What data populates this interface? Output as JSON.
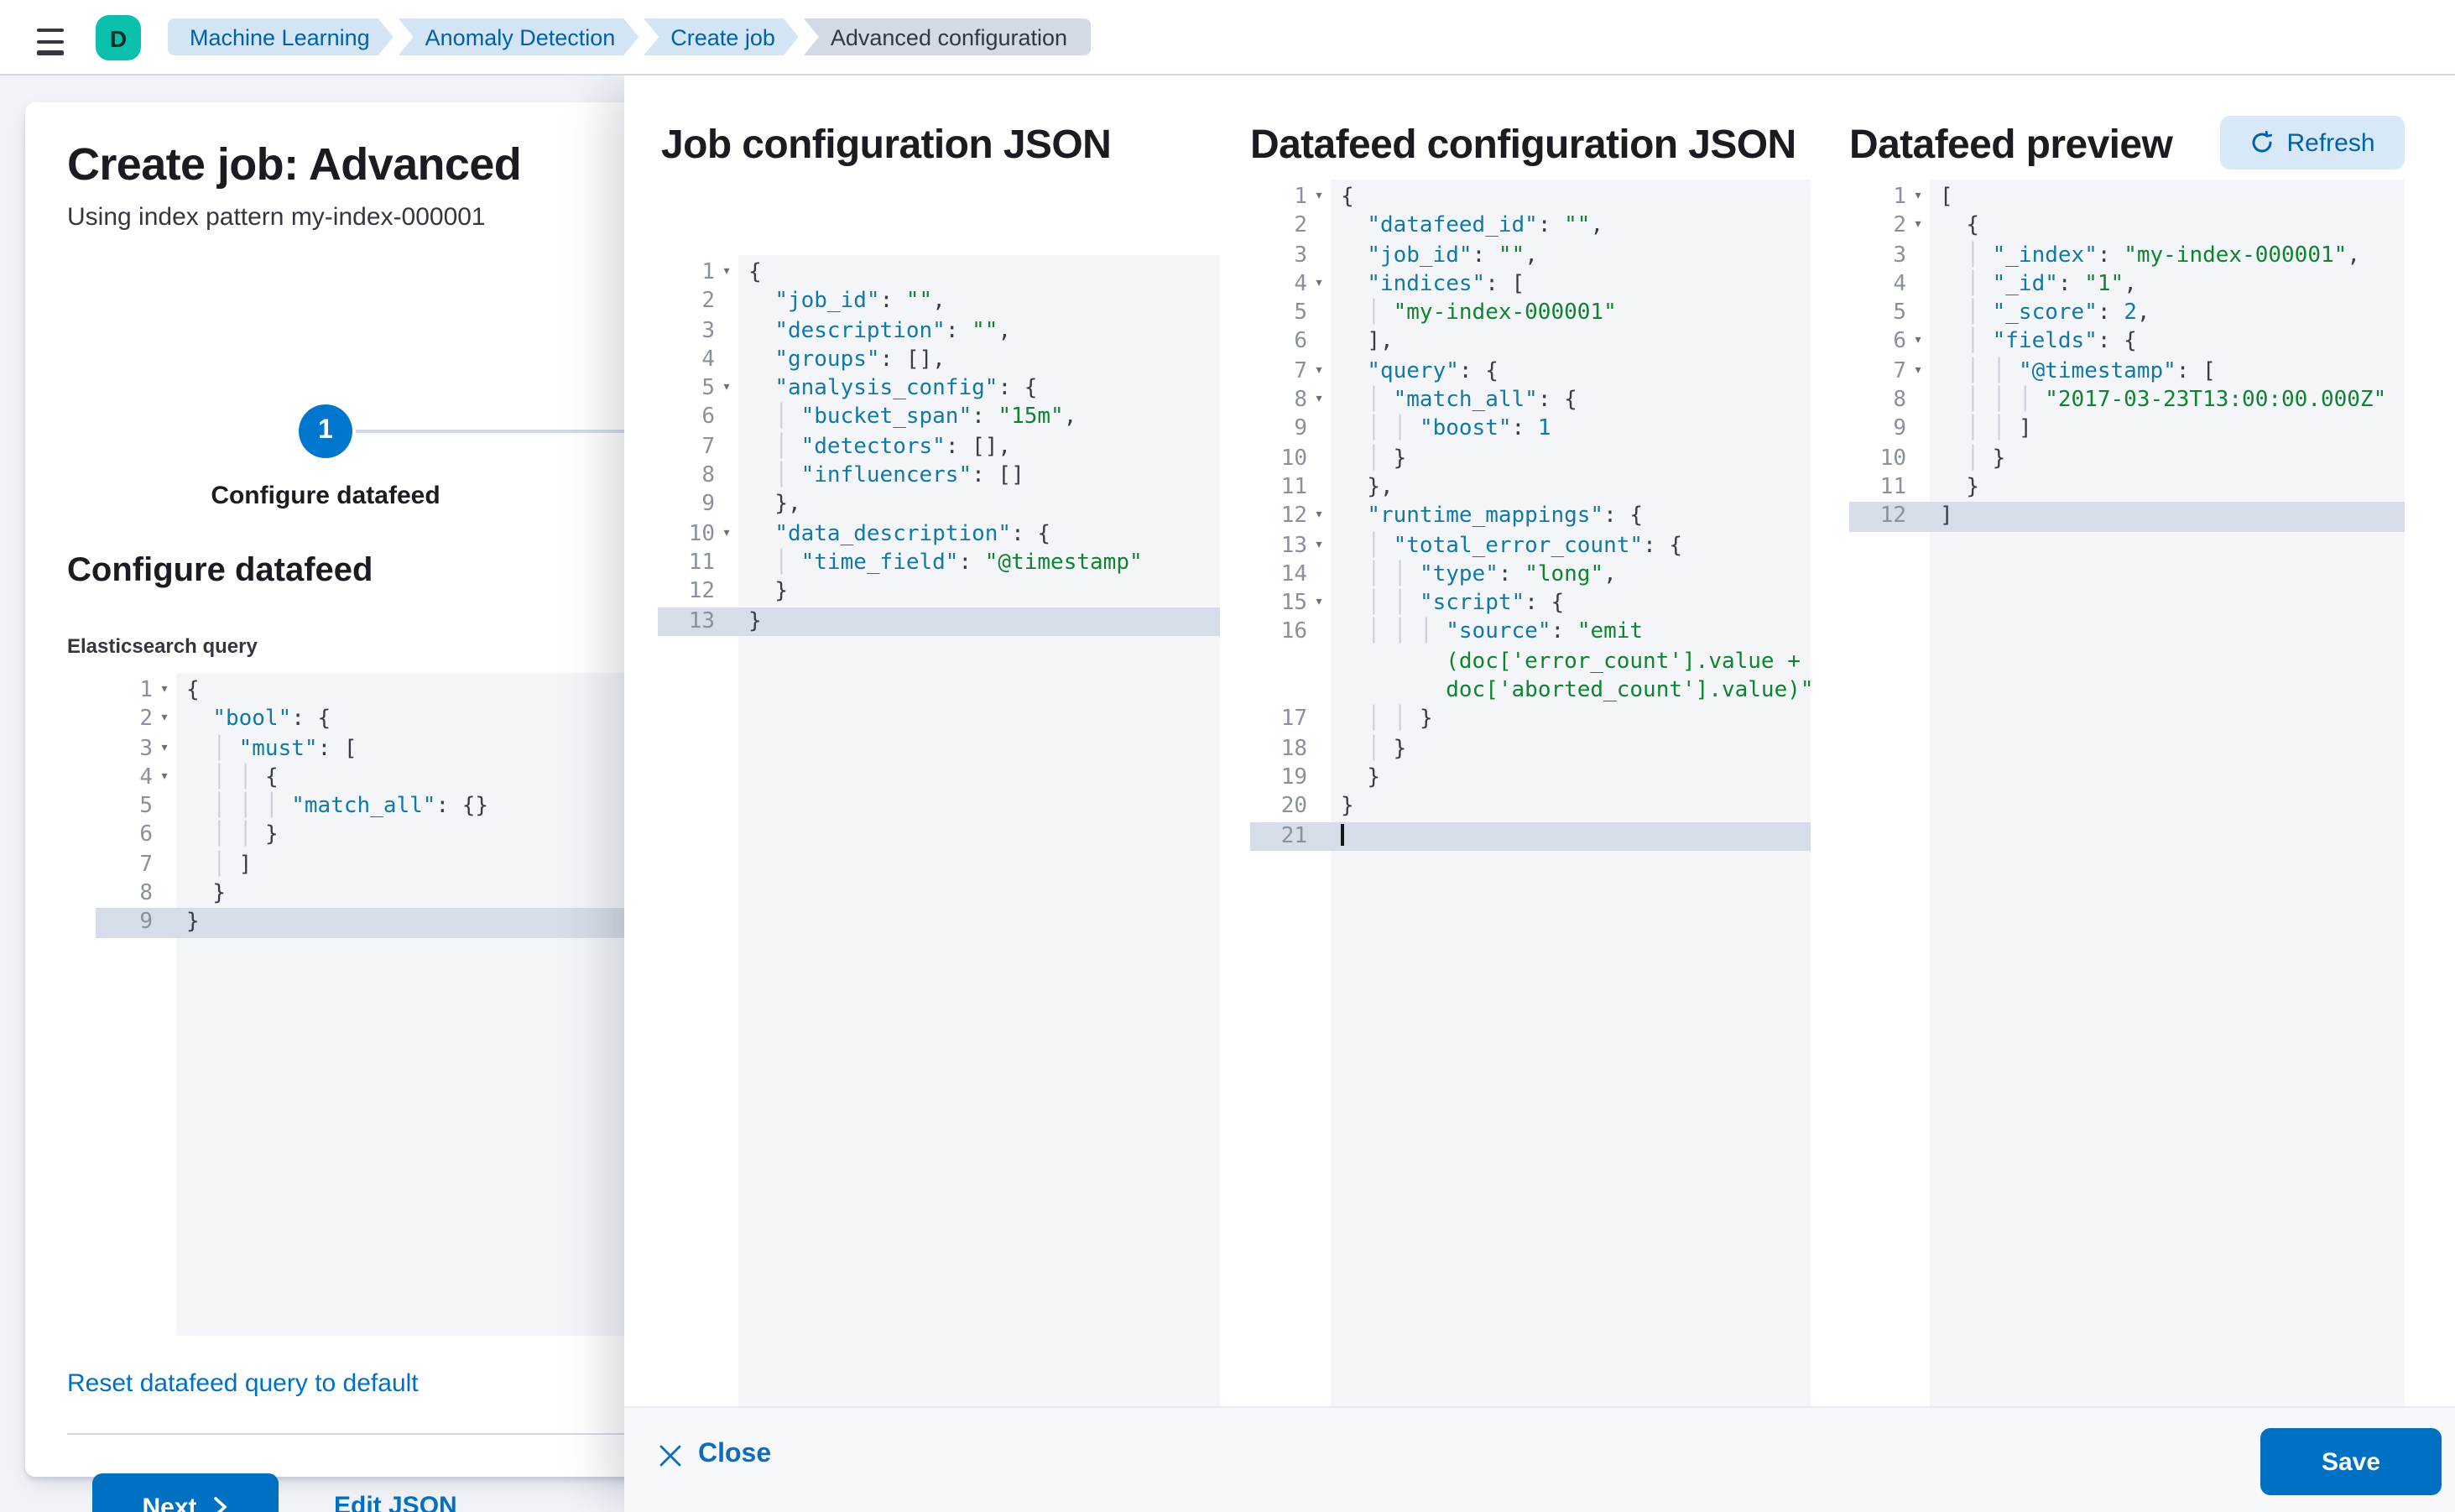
{
  "nav": {
    "avatar": "D",
    "breadcrumbs": [
      {
        "label": "Machine Learning",
        "current": false
      },
      {
        "label": "Anomaly Detection",
        "current": false
      },
      {
        "label": "Create job",
        "current": false
      },
      {
        "label": "Advanced configuration",
        "current": true
      }
    ]
  },
  "page": {
    "title": "Create job: Advanced",
    "subtitle": "Using index pattern my-index-000001",
    "step_number": "1",
    "step_label": "Configure datafeed",
    "section_title": "Configure datafeed",
    "query_label": "Elasticsearch query",
    "reset_link": "Reset datafeed query to default",
    "next_button": "Next",
    "edit_json_link": "Edit JSON"
  },
  "flyout": {
    "col1_title": "Job configuration JSON",
    "col2_title": "Datafeed configuration JSON",
    "col3_title": "Datafeed preview",
    "refresh_button": "Refresh",
    "close_button": "Close",
    "save_button": "Save"
  },
  "colors": {
    "primary": "#0071c2",
    "step_circle": "#0077cc",
    "avatar_bg": "#0bbfad",
    "breadcrumb_bg": "#d3e5f5",
    "breadcrumb_text": "#0061a6",
    "breadcrumb_current_bg": "#d3dae6",
    "code_key": "#1279a7",
    "code_string": "#0f8430",
    "code_background": "#f3f5f9",
    "active_line": "#d6dde8"
  },
  "editors": {
    "es_query": {
      "lines": [
        {
          "n": "1",
          "fold": true,
          "segs": [
            [
              "p",
              "{"
            ]
          ]
        },
        {
          "n": "2",
          "fold": true,
          "segs": [
            [
              "t",
              "  "
            ],
            [
              "k",
              "\"bool\""
            ],
            [
              "p",
              ": {"
            ]
          ]
        },
        {
          "n": "3",
          "fold": true,
          "segs": [
            [
              "t",
              "  "
            ],
            [
              "g",
              "│ "
            ],
            [
              "k",
              "\"must\""
            ],
            [
              "p",
              ": ["
            ]
          ]
        },
        {
          "n": "4",
          "fold": true,
          "segs": [
            [
              "t",
              "  "
            ],
            [
              "g",
              "│ │ "
            ],
            [
              "p",
              "{"
            ]
          ]
        },
        {
          "n": "5",
          "segs": [
            [
              "t",
              "  "
            ],
            [
              "g",
              "│ │ │ "
            ],
            [
              "k",
              "\"match_all\""
            ],
            [
              "p",
              ": {}"
            ]
          ]
        },
        {
          "n": "6",
          "segs": [
            [
              "t",
              "  "
            ],
            [
              "g",
              "│ │ "
            ],
            [
              "p",
              "}"
            ]
          ]
        },
        {
          "n": "7",
          "segs": [
            [
              "t",
              "  "
            ],
            [
              "g",
              "│ "
            ],
            [
              "p",
              "]"
            ]
          ]
        },
        {
          "n": "8",
          "segs": [
            [
              "t",
              "  "
            ],
            [
              "p",
              "}"
            ]
          ]
        },
        {
          "n": "9",
          "active": true,
          "segs": [
            [
              "p",
              "}"
            ]
          ]
        }
      ]
    },
    "job_config": {
      "lines": [
        {
          "n": "1",
          "fold": true,
          "segs": [
            [
              "p",
              "{"
            ]
          ]
        },
        {
          "n": "2",
          "segs": [
            [
              "t",
              "  "
            ],
            [
              "k",
              "\"job_id\""
            ],
            [
              "p",
              ": "
            ],
            [
              "s",
              "\"\""
            ],
            [
              "p",
              ","
            ]
          ]
        },
        {
          "n": "3",
          "segs": [
            [
              "t",
              "  "
            ],
            [
              "k",
              "\"description\""
            ],
            [
              "p",
              ": "
            ],
            [
              "s",
              "\"\""
            ],
            [
              "p",
              ","
            ]
          ]
        },
        {
          "n": "4",
          "segs": [
            [
              "t",
              "  "
            ],
            [
              "k",
              "\"groups\""
            ],
            [
              "p",
              ": [],"
            ]
          ]
        },
        {
          "n": "5",
          "fold": true,
          "segs": [
            [
              "t",
              "  "
            ],
            [
              "k",
              "\"analysis_config\""
            ],
            [
              "p",
              ": {"
            ]
          ]
        },
        {
          "n": "6",
          "segs": [
            [
              "t",
              "  "
            ],
            [
              "g",
              "│ "
            ],
            [
              "k",
              "\"bucket_span\""
            ],
            [
              "p",
              ": "
            ],
            [
              "s",
              "\"15m\""
            ],
            [
              "p",
              ","
            ]
          ]
        },
        {
          "n": "7",
          "segs": [
            [
              "t",
              "  "
            ],
            [
              "g",
              "│ "
            ],
            [
              "k",
              "\"detectors\""
            ],
            [
              "p",
              ": [],"
            ]
          ]
        },
        {
          "n": "8",
          "segs": [
            [
              "t",
              "  "
            ],
            [
              "g",
              "│ "
            ],
            [
              "k",
              "\"influencers\""
            ],
            [
              "p",
              ": []"
            ]
          ]
        },
        {
          "n": "9",
          "segs": [
            [
              "t",
              "  "
            ],
            [
              "p",
              "},"
            ]
          ]
        },
        {
          "n": "10",
          "fold": true,
          "segs": [
            [
              "t",
              "  "
            ],
            [
              "k",
              "\"data_description\""
            ],
            [
              "p",
              ": {"
            ]
          ]
        },
        {
          "n": "11",
          "segs": [
            [
              "t",
              "  "
            ],
            [
              "g",
              "│ "
            ],
            [
              "k",
              "\"time_field\""
            ],
            [
              "p",
              ": "
            ],
            [
              "s",
              "\"@timestamp\""
            ]
          ]
        },
        {
          "n": "12",
          "segs": [
            [
              "t",
              "  "
            ],
            [
              "p",
              "}"
            ]
          ]
        },
        {
          "n": "13",
          "active": true,
          "segs": [
            [
              "p",
              "}"
            ]
          ]
        }
      ]
    },
    "datafeed_config": {
      "lines": [
        {
          "n": "1",
          "fold": true,
          "segs": [
            [
              "p",
              "{"
            ]
          ]
        },
        {
          "n": "2",
          "segs": [
            [
              "t",
              "  "
            ],
            [
              "k",
              "\"datafeed_id\""
            ],
            [
              "p",
              ": "
            ],
            [
              "s",
              "\"\""
            ],
            [
              "p",
              ","
            ]
          ]
        },
        {
          "n": "3",
          "segs": [
            [
              "t",
              "  "
            ],
            [
              "k",
              "\"job_id\""
            ],
            [
              "p",
              ": "
            ],
            [
              "s",
              "\"\""
            ],
            [
              "p",
              ","
            ]
          ]
        },
        {
          "n": "4",
          "fold": true,
          "segs": [
            [
              "t",
              "  "
            ],
            [
              "k",
              "\"indices\""
            ],
            [
              "p",
              ": ["
            ]
          ]
        },
        {
          "n": "5",
          "segs": [
            [
              "t",
              "  "
            ],
            [
              "g",
              "│ "
            ],
            [
              "s",
              "\"my-index-000001\""
            ]
          ]
        },
        {
          "n": "6",
          "segs": [
            [
              "t",
              "  "
            ],
            [
              "p",
              "],"
            ]
          ]
        },
        {
          "n": "7",
          "fold": true,
          "segs": [
            [
              "t",
              "  "
            ],
            [
              "k",
              "\"query\""
            ],
            [
              "p",
              ": {"
            ]
          ]
        },
        {
          "n": "8",
          "fold": true,
          "segs": [
            [
              "t",
              "  "
            ],
            [
              "g",
              "│ "
            ],
            [
              "k",
              "\"match_all\""
            ],
            [
              "p",
              ": {"
            ]
          ]
        },
        {
          "n": "9",
          "segs": [
            [
              "t",
              "  "
            ],
            [
              "g",
              "│ │ "
            ],
            [
              "k",
              "\"boost\""
            ],
            [
              "p",
              ": "
            ],
            [
              "n",
              "1"
            ]
          ]
        },
        {
          "n": "10",
          "segs": [
            [
              "t",
              "  "
            ],
            [
              "g",
              "│ "
            ],
            [
              "p",
              "}"
            ]
          ]
        },
        {
          "n": "11",
          "segs": [
            [
              "t",
              "  "
            ],
            [
              "p",
              "},"
            ]
          ]
        },
        {
          "n": "12",
          "fold": true,
          "segs": [
            [
              "t",
              "  "
            ],
            [
              "k",
              "\"runtime_mappings\""
            ],
            [
              "p",
              ": {"
            ]
          ]
        },
        {
          "n": "13",
          "fold": true,
          "segs": [
            [
              "t",
              "  "
            ],
            [
              "g",
              "│ "
            ],
            [
              "k",
              "\"total_error_count\""
            ],
            [
              "p",
              ": {"
            ]
          ]
        },
        {
          "n": "14",
          "segs": [
            [
              "t",
              "  "
            ],
            [
              "g",
              "│ │ "
            ],
            [
              "k",
              "\"type\""
            ],
            [
              "p",
              ": "
            ],
            [
              "s",
              "\"long\""
            ],
            [
              "p",
              ","
            ]
          ]
        },
        {
          "n": "15",
          "fold": true,
          "segs": [
            [
              "t",
              "  "
            ],
            [
              "g",
              "│ │ "
            ],
            [
              "k",
              "\"script\""
            ],
            [
              "p",
              ": {"
            ]
          ]
        },
        {
          "n": "16",
          "segs": [
            [
              "t",
              "  "
            ],
            [
              "g",
              "│ │ │ "
            ],
            [
              "k",
              "\"source\""
            ],
            [
              "p",
              ": "
            ],
            [
              "s",
              "\"emit"
            ]
          ]
        },
        {
          "n": null,
          "segs": [
            [
              "t",
              "        "
            ],
            [
              "s",
              "(doc['error_count'].value +"
            ]
          ]
        },
        {
          "n": null,
          "segs": [
            [
              "t",
              "        "
            ],
            [
              "s",
              "doc['aborted_count'].value)\""
            ]
          ]
        },
        {
          "n": "17",
          "segs": [
            [
              "t",
              "  "
            ],
            [
              "g",
              "│ │ "
            ],
            [
              "p",
              "}"
            ]
          ]
        },
        {
          "n": "18",
          "segs": [
            [
              "t",
              "  "
            ],
            [
              "g",
              "│ "
            ],
            [
              "p",
              "}"
            ]
          ]
        },
        {
          "n": "19",
          "segs": [
            [
              "t",
              "  "
            ],
            [
              "p",
              "}"
            ]
          ]
        },
        {
          "n": "20",
          "segs": [
            [
              "p",
              "}"
            ]
          ]
        },
        {
          "n": "21",
          "active": true,
          "cursor": true,
          "segs": []
        }
      ]
    },
    "datafeed_preview": {
      "lines": [
        {
          "n": "1",
          "fold": true,
          "segs": [
            [
              "p",
              "["
            ]
          ]
        },
        {
          "n": "2",
          "fold": true,
          "segs": [
            [
              "t",
              "  "
            ],
            [
              "p",
              "{"
            ]
          ]
        },
        {
          "n": "3",
          "segs": [
            [
              "t",
              "  "
            ],
            [
              "g",
              "│ "
            ],
            [
              "k",
              "\"_index\""
            ],
            [
              "p",
              ": "
            ],
            [
              "s",
              "\"my-index-000001\""
            ],
            [
              "p",
              ","
            ]
          ]
        },
        {
          "n": "4",
          "segs": [
            [
              "t",
              "  "
            ],
            [
              "g",
              "│ "
            ],
            [
              "k",
              "\"_id\""
            ],
            [
              "p",
              ": "
            ],
            [
              "s",
              "\"1\""
            ],
            [
              "p",
              ","
            ]
          ]
        },
        {
          "n": "5",
          "segs": [
            [
              "t",
              "  "
            ],
            [
              "g",
              "│ "
            ],
            [
              "k",
              "\"_score\""
            ],
            [
              "p",
              ": "
            ],
            [
              "n",
              "2"
            ],
            [
              "p",
              ","
            ]
          ]
        },
        {
          "n": "6",
          "fold": true,
          "segs": [
            [
              "t",
              "  "
            ],
            [
              "g",
              "│ "
            ],
            [
              "k",
              "\"fields\""
            ],
            [
              "p",
              ": {"
            ]
          ]
        },
        {
          "n": "7",
          "fold": true,
          "segs": [
            [
              "t",
              "  "
            ],
            [
              "g",
              "│ │ "
            ],
            [
              "k",
              "\"@timestamp\""
            ],
            [
              "p",
              ": ["
            ]
          ]
        },
        {
          "n": "8",
          "segs": [
            [
              "t",
              "  "
            ],
            [
              "g",
              "│ │ │ "
            ],
            [
              "s",
              "\"2017-03-23T13:00:00.000Z\""
            ]
          ]
        },
        {
          "n": "9",
          "segs": [
            [
              "t",
              "  "
            ],
            [
              "g",
              "│ │ "
            ],
            [
              "p",
              "]"
            ]
          ]
        },
        {
          "n": "10",
          "segs": [
            [
              "t",
              "  "
            ],
            [
              "g",
              "│ "
            ],
            [
              "p",
              "}"
            ]
          ]
        },
        {
          "n": "11",
          "segs": [
            [
              "t",
              "  "
            ],
            [
              "p",
              "}"
            ]
          ]
        },
        {
          "n": "12",
          "active": true,
          "segs": [
            [
              "p",
              "]"
            ]
          ]
        }
      ]
    }
  }
}
